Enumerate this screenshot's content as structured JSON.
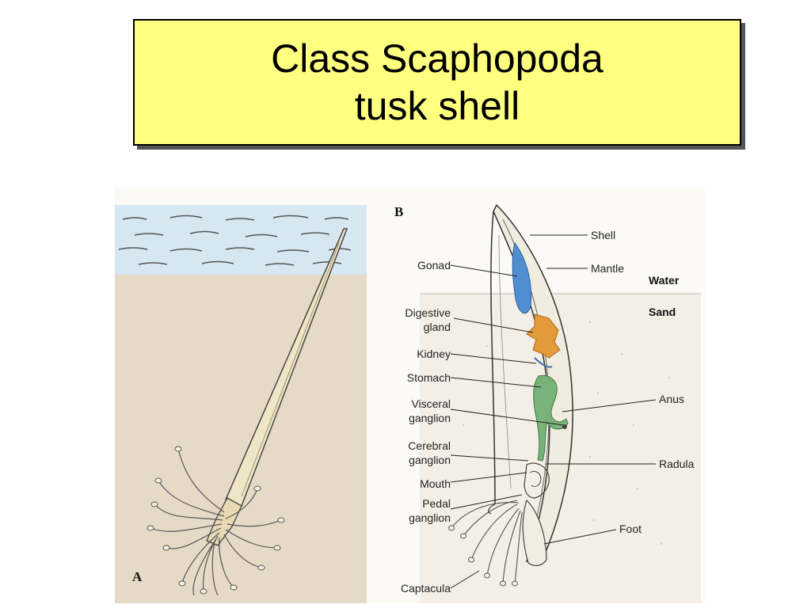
{
  "slide": {
    "title_line1": "Class Scaphopoda",
    "title_line2": "tusk shell"
  },
  "figure": {
    "panel_a_letter": "A",
    "panel_b_letter": "B",
    "labels_left": {
      "gonad": "Gonad",
      "digestive": "Digestive",
      "gland": "gland",
      "kidney": "Kidney",
      "stomach": "Stomach",
      "visceral": "Visceral",
      "visceral_ganglion": "ganglion",
      "cerebral": "Cerebral",
      "cerebral_ganglion": "ganglion",
      "mouth": "Mouth",
      "pedal": "Pedal",
      "pedal_ganglion": "ganglion",
      "captacula": "Captacula"
    },
    "labels_right": {
      "shell": "Shell",
      "mantle": "Mantle",
      "water": "Water",
      "sand": "Sand",
      "anus": "Anus",
      "radula": "Radula",
      "foot": "Foot"
    },
    "colors": {
      "water": "#d7e7f1",
      "sand": "#e6dac7",
      "gonad": "#4f8fd1",
      "digestive_gland": "#e39a3a",
      "stomach": "#79b27a",
      "title_bg": "#ffff80"
    }
  }
}
